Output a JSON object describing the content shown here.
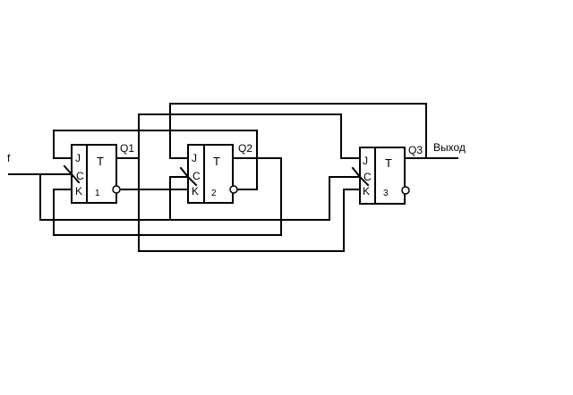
{
  "labels": {
    "input_f": "f",
    "output": "Выход"
  },
  "flipflops": [
    {
      "pin_j": "J",
      "pin_c": "C",
      "pin_k": "K",
      "type": "T",
      "number": "1",
      "output": "Q1"
    },
    {
      "pin_j": "J",
      "pin_c": "C",
      "pin_k": "K",
      "type": "T",
      "number": "2",
      "output": "Q2"
    },
    {
      "pin_j": "J",
      "pin_c": "C",
      "pin_k": "K",
      "type": "T",
      "number": "3",
      "output": "Q3"
    }
  ]
}
